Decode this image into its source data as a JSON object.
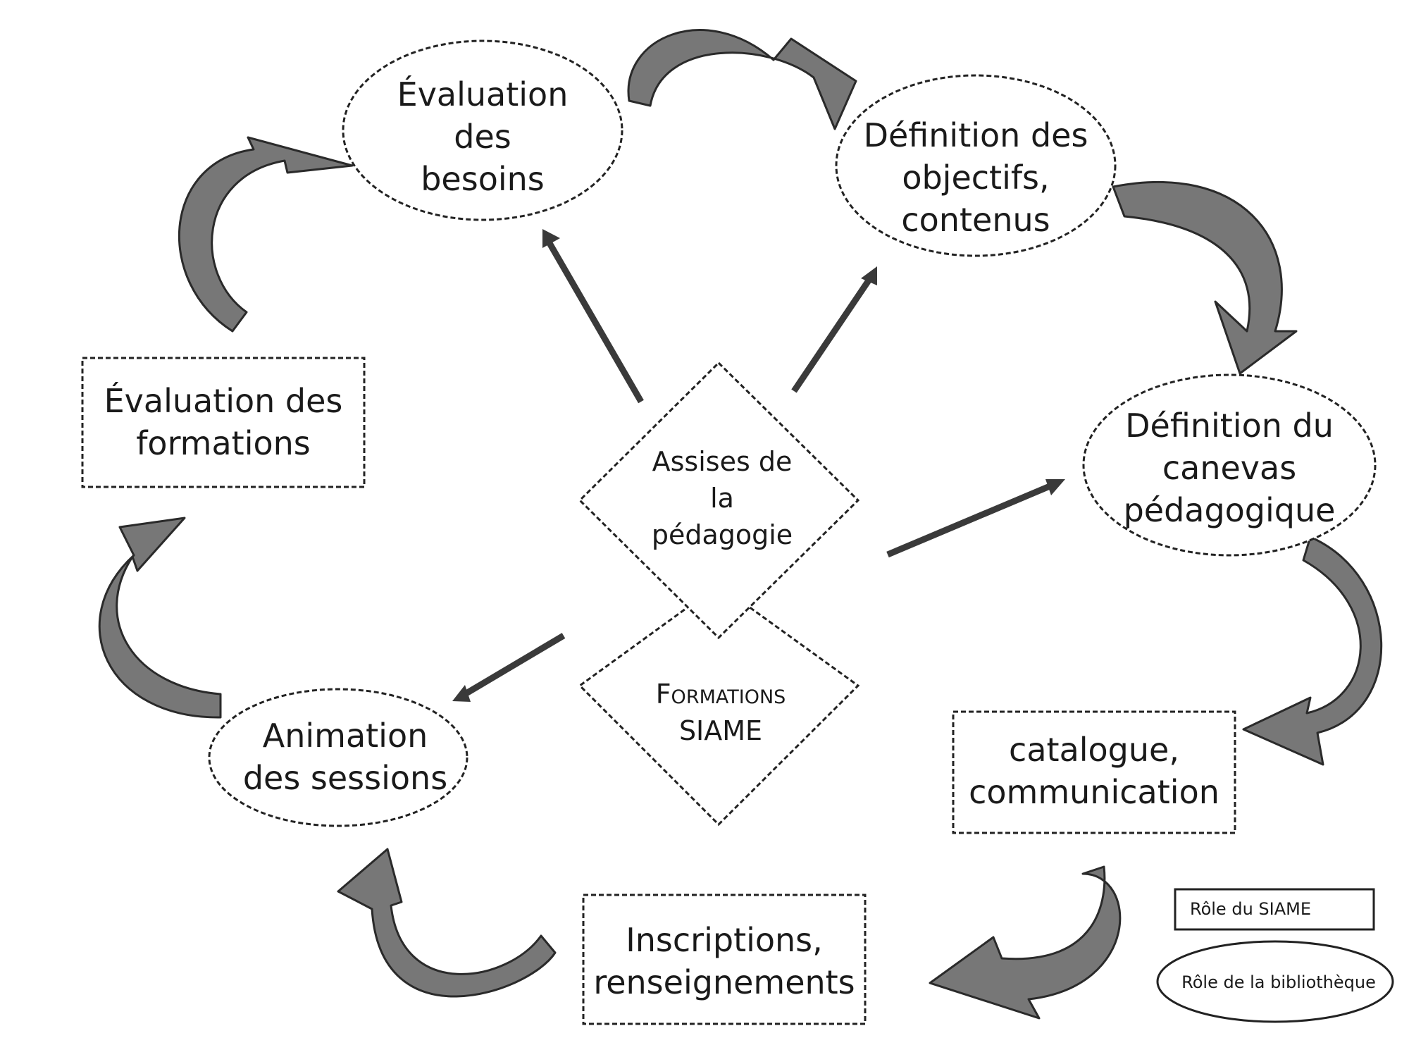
{
  "nodes": {
    "evaluation_besoins": [
      "Évaluation",
      "des",
      "besoins"
    ],
    "definition_objectifs": [
      "Définition des",
      "objectifs,",
      "contenus"
    ],
    "definition_canevas": [
      "Définition du",
      "canevas",
      "pédagogique"
    ],
    "catalogue": [
      "catalogue,",
      "communication"
    ],
    "inscriptions": [
      "Inscriptions,",
      "renseignements"
    ],
    "animation": [
      "Animation",
      "des sessions"
    ],
    "evaluation_formations": [
      "Évaluation des",
      "formations"
    ],
    "assises": [
      "Assises de",
      "la",
      "pédagogie"
    ],
    "formations_siame": [
      "Formations",
      "SIAME"
    ]
  },
  "legend": {
    "siame_role": "Rôle du SIAME",
    "library_role": "Rôle de la bibliothèque"
  },
  "colors": {
    "curved_arrow_fill": "#777777",
    "straight_arrow": "#3a3a3a",
    "outline": "#222222"
  }
}
